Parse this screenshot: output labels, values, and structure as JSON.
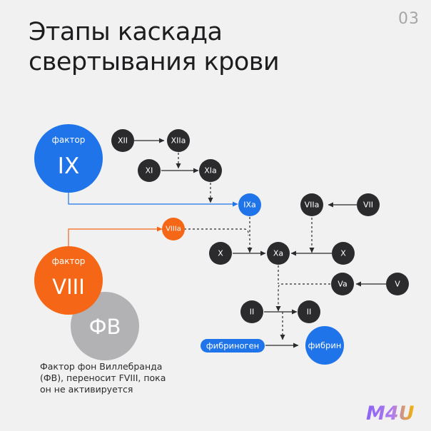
{
  "page_number": "03",
  "title": {
    "line1": "Этапы каскада",
    "line2": "свертывания крови"
  },
  "colors": {
    "dark": "#2b2b2d",
    "blue": "#1f74ea",
    "orange": "#f56717",
    "gray": "#b2b2b4",
    "arrow": "#2b2b2d"
  },
  "big_nodes": {
    "factor_ix": {
      "caption": "фактор",
      "label": "IX"
    },
    "factor_viii": {
      "caption": "фактор",
      "label": "VIII"
    },
    "fv": {
      "label": "ФВ"
    }
  },
  "nodes": {
    "xii": "XII",
    "xiia": "XIIa",
    "xi": "XI",
    "xia": "XIa",
    "ixa": "IXa",
    "viiia": "VIIIa",
    "viia": "VIIa",
    "vii": "VII",
    "x_left": "X",
    "xa": "Xa",
    "x_right": "X",
    "va": "Va",
    "v": "V",
    "ii_left": "II",
    "ii_right": "II",
    "fibrinogen": "фибриноген",
    "fibrin": "фибрин"
  },
  "footnote": {
    "line1": "Фактор фон Виллебранда",
    "line2": "(ФВ), переносит FVIII, пока",
    "line3": "он не активируется"
  },
  "logo": {
    "text": "M4U"
  }
}
